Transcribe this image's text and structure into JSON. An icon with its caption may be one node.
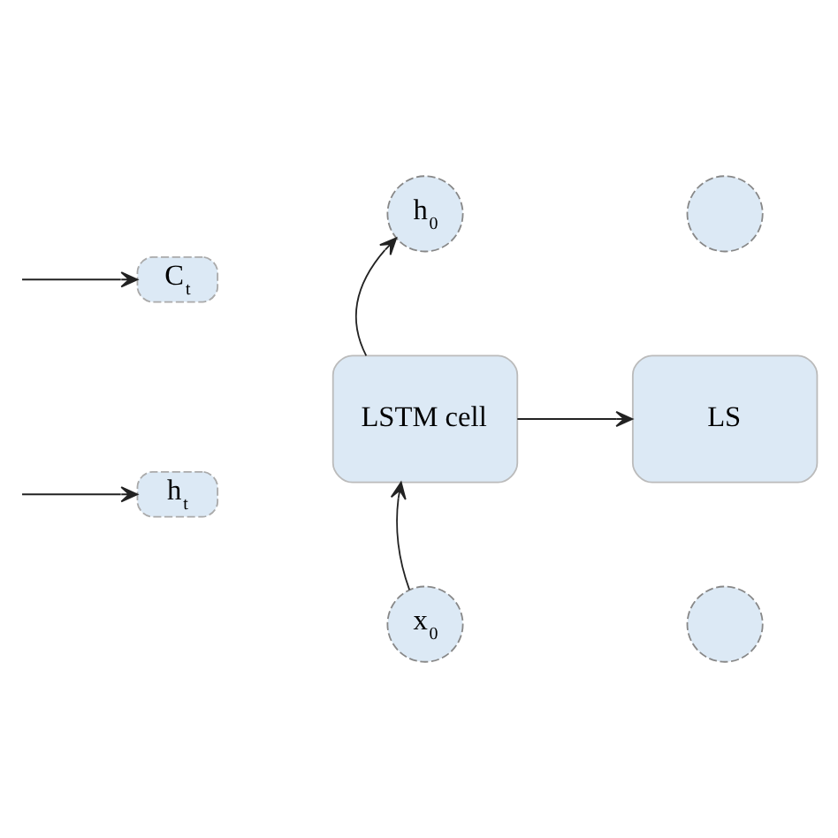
{
  "diagram": {
    "nodes": [
      {
        "text": [
          "C$_{t}$"
        ]
      },
      {
        "text": [
          "h$_{t}$"
        ]
      },
      {
        "text": [
          "h$_{0}$"
        ]
      },
      {
        "text": [
          "LSTM cell"
        ]
      },
      {
        "text": [
          "x$_{0}$"
        ]
      },
      {
        "text": [
          "LS"
        ]
      },
      {
        "text": [],
        "shape": "circle"
      },
      {
        "text": [],
        "shape": "circle"
      }
    ],
    "edges": [
      {
        "from": null,
        "to": 0,
        "arrow": "to"
      },
      {
        "from": null,
        "to": 1,
        "arrow": "to"
      },
      {
        "from": 3,
        "to": 2,
        "arrow": "to"
      },
      {
        "from": 4,
        "to": 3,
        "arrow": "to"
      },
      {
        "from": 3,
        "to": 5,
        "arrow": "to"
      }
    ]
  }
}
